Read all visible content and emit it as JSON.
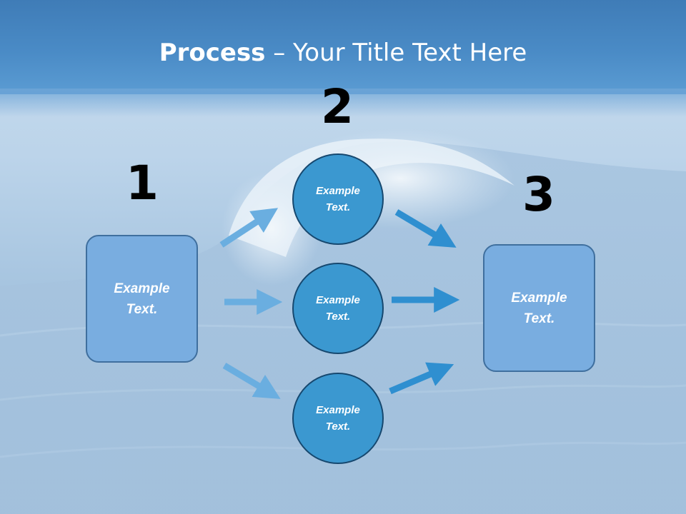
{
  "title": {
    "bold": "Process",
    "rest": " – Your Title Text Here"
  },
  "steps": {
    "step1": {
      "number": "1",
      "line1": "Example",
      "line2": "Text."
    },
    "step2": {
      "number": "2",
      "circles": [
        {
          "line1": "Example",
          "line2": "Text."
        },
        {
          "line1": "Example",
          "line2": "Text."
        },
        {
          "line1": "Example",
          "line2": "Text."
        }
      ]
    },
    "step3": {
      "number": "3",
      "line1": "Example",
      "line2": "Text."
    }
  },
  "colors": {
    "header": "#4a8bc6",
    "box_fill": "#79ade0",
    "circle_fill": "#3b98d0",
    "arrow_light": "#6aaee0",
    "arrow_dark": "#2f8fd0"
  }
}
